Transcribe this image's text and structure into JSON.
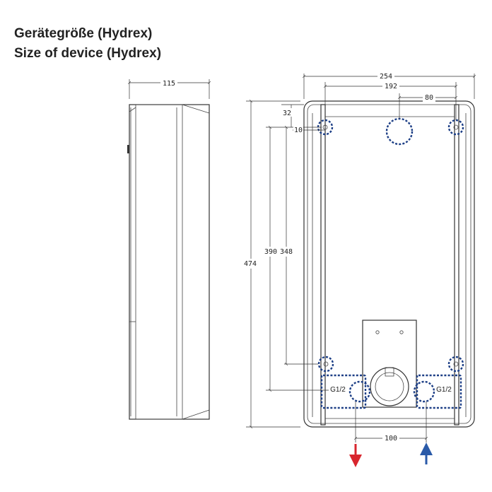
{
  "title": {
    "de": "Gerätegröße (Hydrex)",
    "en": "Size of device (Hydrex)"
  },
  "dimensions": {
    "side_depth": "115",
    "total_width": "254",
    "mount_width": "192",
    "center_offset": "80",
    "total_height": "474",
    "mount_height_outer": "390",
    "mount_height_inner": "348",
    "top_offset": "32",
    "hole_offset": "10",
    "connection_spacing": "100"
  },
  "connections": {
    "left": "G1/2",
    "right": "G1/2"
  },
  "colors": {
    "outline": "#333333",
    "mount_markers": "#1d3f86",
    "hot_water_arrow": "#d8262e",
    "cold_water_arrow": "#2a5aa8"
  },
  "icons": {
    "outlet": "arrow-down-icon",
    "inlet": "arrow-up-icon"
  }
}
